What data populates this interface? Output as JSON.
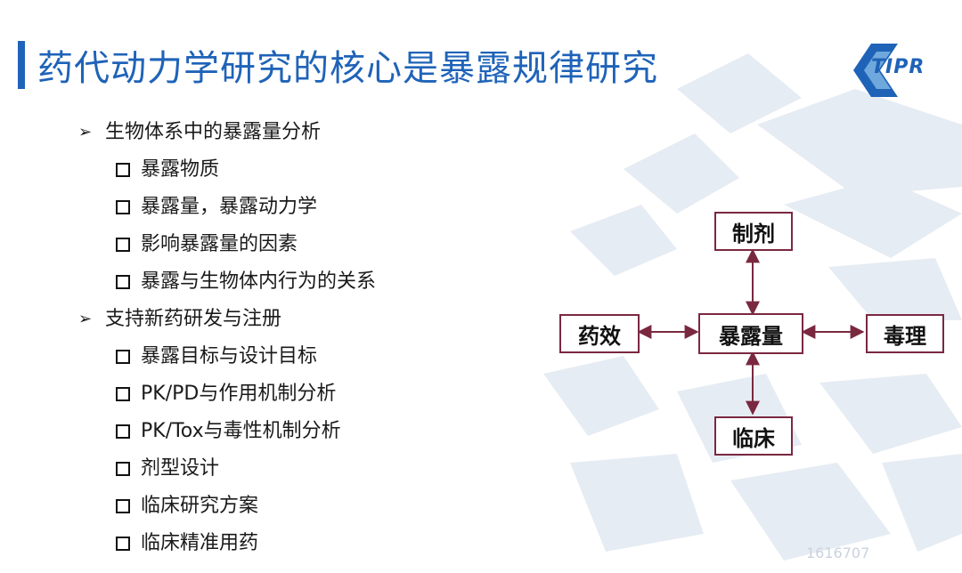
{
  "slide": {
    "title": "药代动力学研究的核心是暴露规律研究",
    "logo_text": "TIPR",
    "accent_color": "#1f63b8",
    "watermark": "1616707"
  },
  "bullets": [
    {
      "text": "生物体系中的暴露量分析",
      "marker": "➢",
      "items": [
        "暴露物质",
        "暴露量，暴露动力学",
        "影响暴露量的因素",
        "暴露与生物体内行为的关系"
      ]
    },
    {
      "text": "支持新药研发与注册",
      "marker": "➢",
      "items": [
        "暴露目标与设计目标",
        "PK/PD与作用机制分析",
        "PK/Tox与毒性机制分析",
        "剂型设计",
        "临床研究方案",
        "临床精准用药"
      ]
    }
  ],
  "diagram": {
    "center": "暴露量",
    "top": "制剂",
    "left": "药效",
    "right": "毒理",
    "bottom": "临床",
    "line_color": "#7a2840"
  }
}
